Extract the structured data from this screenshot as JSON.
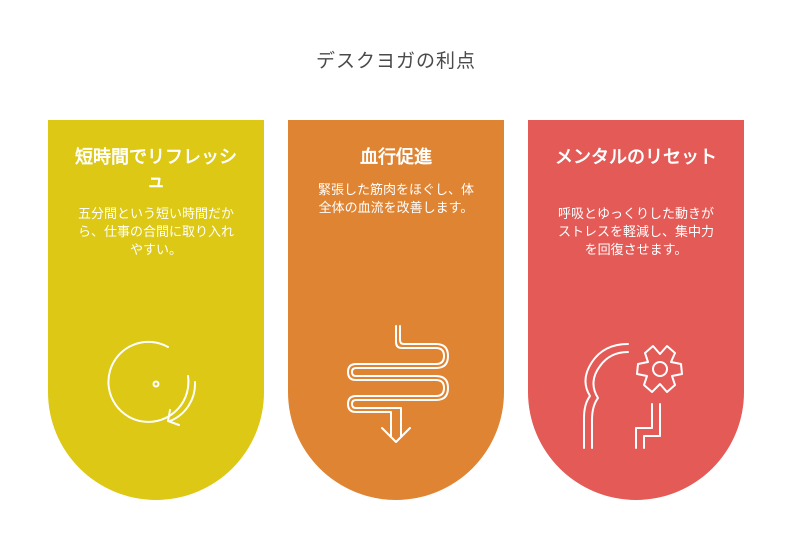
{
  "title": "デスクヨガの利点",
  "colors": {
    "card1": "#dcc815",
    "card2": "#df8432",
    "card3": "#e35a56",
    "text": "#ffffff",
    "title": "#4a4a4a"
  },
  "cards": [
    {
      "title": "短時間でリフレッシュ",
      "description": "五分間という短い時間だから、仕事の合間に取り入れやすい。",
      "icon": "clock-refresh-icon"
    },
    {
      "title": "血行促進",
      "description": "緊張した筋肉をほぐし、体全体の血流を改善します。",
      "icon": "flow-arrow-icon"
    },
    {
      "title": "メンタルのリセット",
      "description": "呼吸とゆっくりした動きがストレスを軽減し、集中力を回復させます。",
      "icon": "head-gear-icon"
    }
  ]
}
